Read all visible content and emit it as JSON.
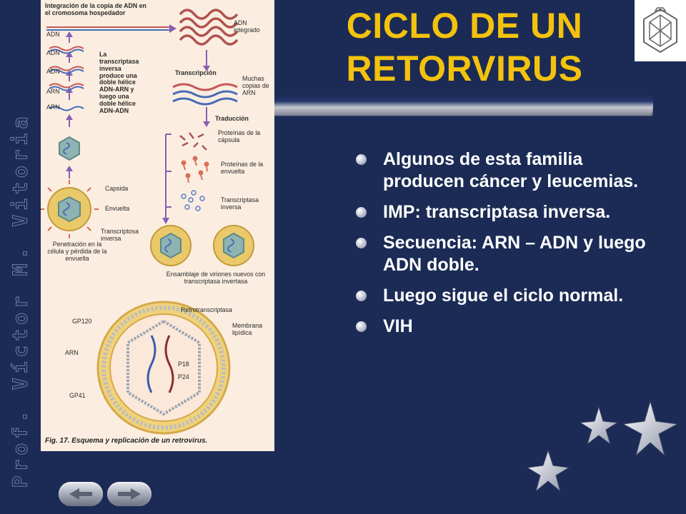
{
  "slide": {
    "title_line1": "CICLO DE UN",
    "title_line2": "RETORVIRUS",
    "vertical_credit": "Prof. Víctor M. Vitoria",
    "bullets": [
      "Algunos de esta familia producen cáncer y leucemias.",
      "IMP: transcriptasa inversa.",
      "Secuencia: ARN – ADN y luego ADN doble.",
      "Luego sigue el ciclo normal.",
      "VIH"
    ]
  },
  "diagram": {
    "integracion": "Integración de la copia de ADN en el cromosoma hospedador",
    "adn_label": "ADN",
    "adn_integrado": "ADN integrado",
    "adn_1": "ADN",
    "adn_2": "ADN",
    "arn_1": "ARN",
    "arn_2": "ARN",
    "transcriptasa_text": "La transcriptasa inversa produce una doble hélice ADN-ARN y luego una doble hélice ADN-ADN",
    "transcripcion": "Transcripción",
    "muchas_copias": "Muchas copias de ARN",
    "traduccion": "Traducción",
    "proteinas_capsula": "Proteínas de la cápsula",
    "proteinas_envuelta": "Proteínas de la envuelta",
    "transcriptasa_inversa": "Transcriptasa inversa",
    "capsida": "Capsida",
    "envuelta": "Envuelta",
    "transcriptosa_inversa": "Transcriptosa inversa",
    "penetracion": "Penetración en la célula y pérdida de la envuelta",
    "ensamblaje": "Ensamblaje de viriones nuevos con transcriptasa invertasa",
    "retrotranscriptasa": "Retrotranscriptasa",
    "gp120": "GP120",
    "membrana": "Membrana lipídica",
    "arn_vih": "ARN",
    "p18": "P18",
    "p24": "P24",
    "gp41": "GP41",
    "caption": "Fig. 17. Esquema y replicación de un retrovirus."
  },
  "colors": {
    "background": "#1b2b55",
    "title": "#f3c20d",
    "bullet_text": "#ffffff",
    "diagram_bg": "#fbeee0"
  },
  "icons": {
    "logo": "university-crest-icon",
    "stars": "star-icon",
    "nav_prev": "arrow-left-icon",
    "nav_next": "arrow-right-icon"
  }
}
